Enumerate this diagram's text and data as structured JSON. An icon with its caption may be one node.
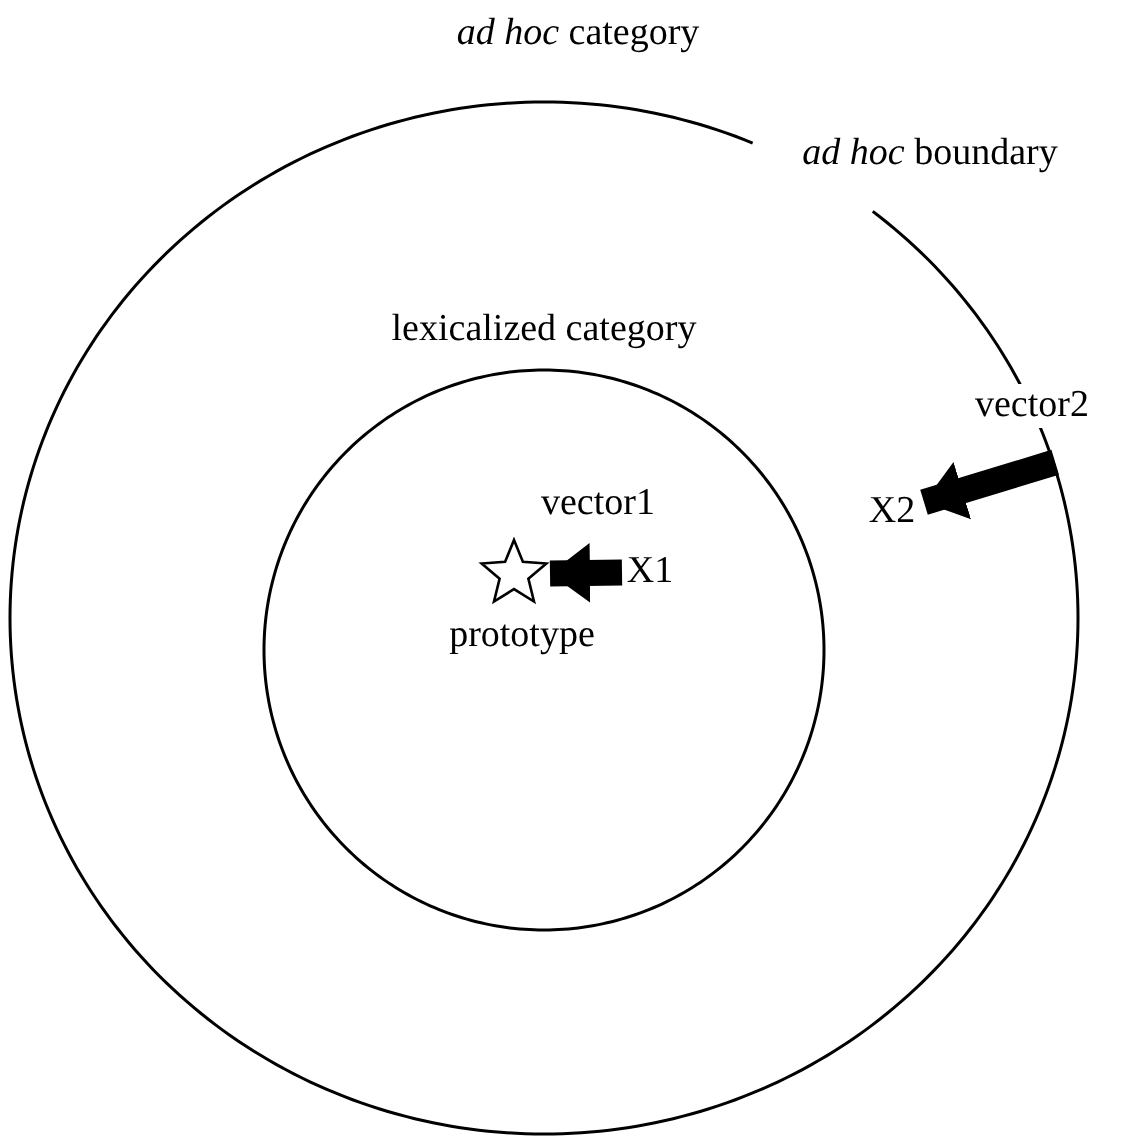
{
  "diagram": {
    "nodes": [
      {
        "text": [
          "*ad hoc* category"
        ],
        "beside": [
          "*ad hoc* boundary"
        ]
      },
      {
        "text": [
          "lexicalized category"
        ],
        "in": 0
      },
      {
        "text": [],
        "shape": "star",
        "beside": [
          "prototype"
        ],
        "in": 1
      },
      {
        "text": [
          "X1"
        ],
        "in": 1
      },
      {
        "text": [
          "X2"
        ],
        "in": 0
      }
    ],
    "edges": [
      {
        "from": 3,
        "to": 2,
        "arrow": "to",
        "label": "vector1"
      },
      {
        "from": 0,
        "to": 4,
        "arrow": "to",
        "label": "vector2"
      }
    ]
  }
}
